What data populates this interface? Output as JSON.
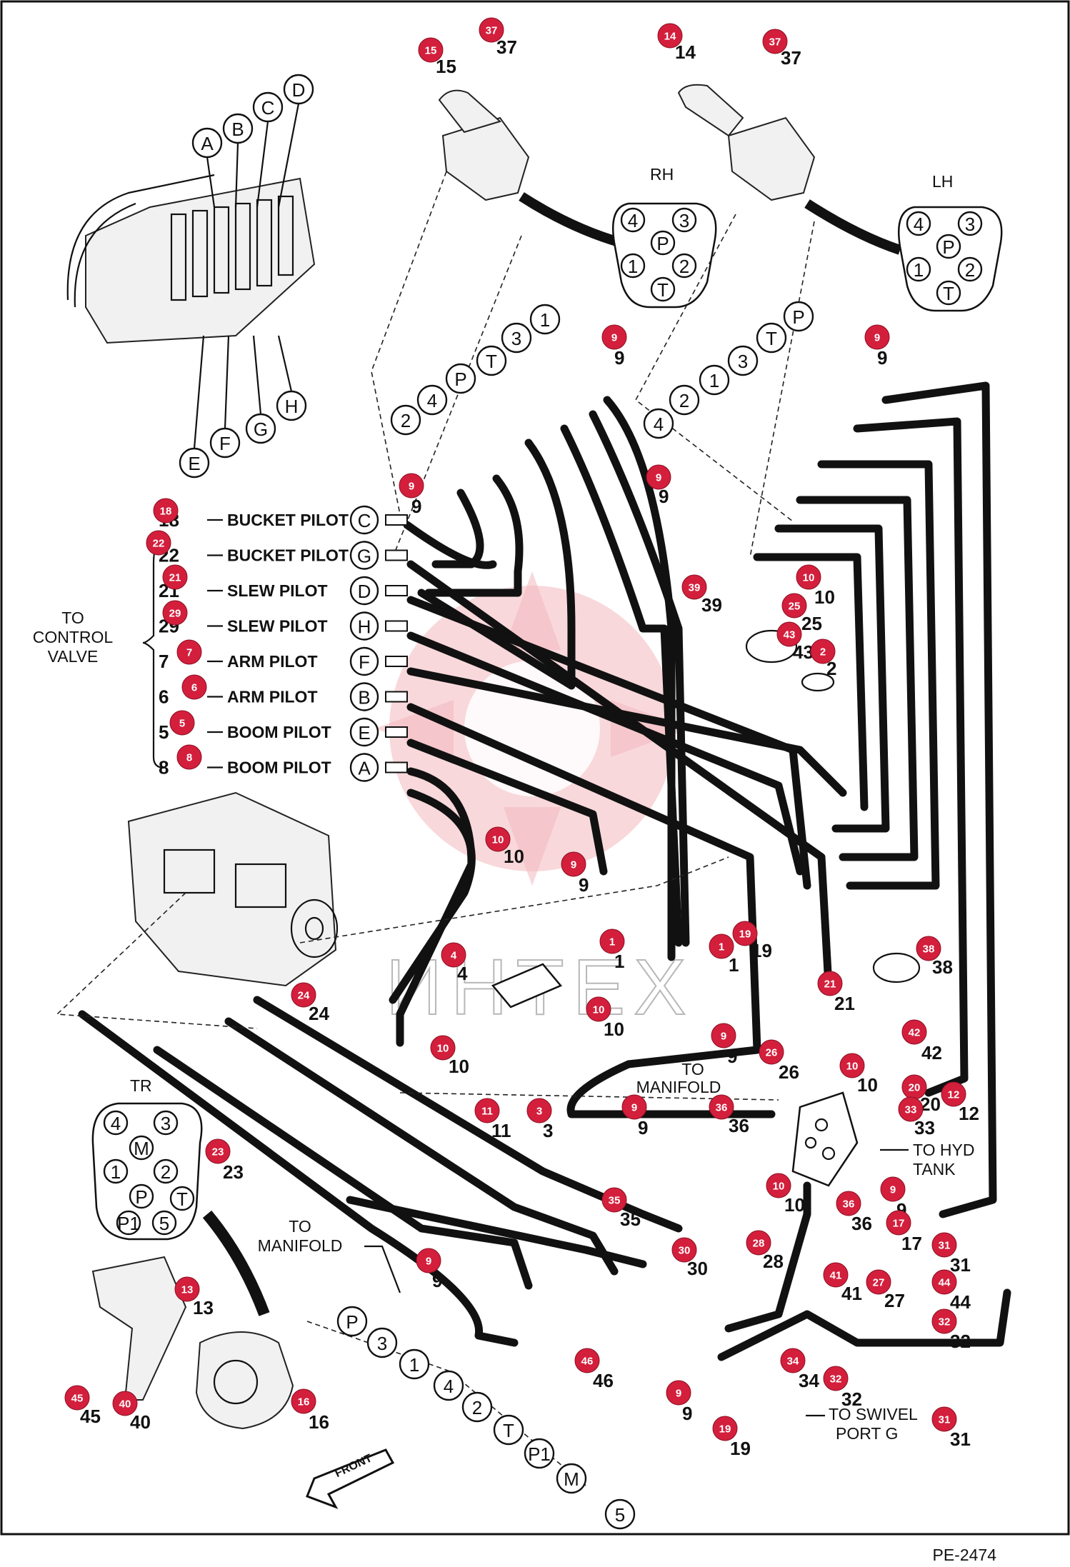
{
  "pilot_lines": [
    {
      "part": "18",
      "label": "BUCKET PILOT",
      "port": "C"
    },
    {
      "part": "22",
      "label": "BUCKET PILOT",
      "port": "G"
    },
    {
      "part": "21",
      "label": "SLEW PILOT",
      "port": "D"
    },
    {
      "part": "29",
      "label": "SLEW PILOT",
      "port": "H"
    },
    {
      "part": "7",
      "label": "ARM PILOT",
      "port": "F"
    },
    {
      "part": "6",
      "label": "ARM PILOT",
      "port": "B"
    },
    {
      "part": "5",
      "label": "BOOM PILOT",
      "port": "E"
    },
    {
      "part": "8",
      "label": "BOOM PILOT",
      "port": "A"
    }
  ],
  "captions": {
    "to_control_valve": [
      "TO",
      "CONTROL",
      "VALVE"
    ],
    "to_manifold_1": [
      "TO",
      "MANIFOLD"
    ],
    "to_manifold_2": [
      "TO",
      "MANIFOLD"
    ],
    "to_hyd_tank": [
      "TO HYD",
      "TANK"
    ],
    "to_swivel": [
      "TO SWIVEL",
      "PORT G"
    ],
    "rh": "RH",
    "lh": "LH",
    "tr": "TR",
    "front": "FRONT",
    "drawing_number": "PE-2474"
  },
  "valve_ports": {
    "top": [
      "A",
      "B",
      "C",
      "D"
    ],
    "bottom": [
      "E",
      "F",
      "G",
      "H"
    ]
  },
  "joystick_ports": [
    "4",
    "3",
    "P",
    "1",
    "2",
    "T"
  ],
  "tr_ports": [
    "4",
    "3",
    "M",
    "1",
    "2",
    "P",
    "T",
    "P1",
    "5"
  ],
  "rh_hose_ports": [
    "2",
    "4",
    "P",
    "T",
    "3",
    "1"
  ],
  "lh_hose_ports": [
    "4",
    "2",
    "1",
    "3",
    "T",
    "P"
  ],
  "tr_hose_ports": [
    "P",
    "3",
    "1",
    "4",
    "2",
    "T",
    "P1",
    "M",
    "5"
  ],
  "callouts": [
    {
      "id": "b15",
      "text": "15",
      "num": "15"
    },
    {
      "id": "b37a",
      "text": "37",
      "num": "37"
    },
    {
      "id": "b14",
      "text": "14",
      "num": "14"
    },
    {
      "id": "b37b",
      "text": "37",
      "num": "37"
    },
    {
      "id": "b9a",
      "text": "9",
      "num": "9"
    },
    {
      "id": "b9b",
      "text": "9",
      "num": "9"
    },
    {
      "id": "b9c",
      "text": "9",
      "num": "9"
    },
    {
      "id": "b9d",
      "text": "9",
      "num": "9"
    },
    {
      "id": "b18",
      "text": "18",
      "num": ""
    },
    {
      "id": "b22",
      "text": "22",
      "num": ""
    },
    {
      "id": "b21a",
      "text": "21",
      "num": ""
    },
    {
      "id": "b29",
      "text": "29",
      "num": ""
    },
    {
      "id": "b7",
      "text": "7",
      "num": ""
    },
    {
      "id": "b6",
      "text": "6",
      "num": ""
    },
    {
      "id": "b5",
      "text": "5",
      "num": ""
    },
    {
      "id": "b8",
      "text": "8",
      "num": ""
    },
    {
      "id": "b39",
      "text": "39",
      "num": "39"
    },
    {
      "id": "b10a",
      "text": "10",
      "num": "10"
    },
    {
      "id": "b25",
      "text": "25",
      "num": "25"
    },
    {
      "id": "b43",
      "text": "43",
      "num": "43"
    },
    {
      "id": "b2",
      "text": "2",
      "num": "2"
    },
    {
      "id": "b10b",
      "text": "10",
      "num": "10"
    },
    {
      "id": "b9e",
      "text": "9",
      "num": "9"
    },
    {
      "id": "b4",
      "text": "4",
      "num": "4"
    },
    {
      "id": "b1a",
      "text": "1",
      "num": "1"
    },
    {
      "id": "b1b",
      "text": "1",
      "num": "1"
    },
    {
      "id": "b19a",
      "text": "19",
      "num": "19"
    },
    {
      "id": "b38",
      "text": "38",
      "num": "38"
    },
    {
      "id": "b21b",
      "text": "21",
      "num": "21"
    },
    {
      "id": "b42",
      "text": "42",
      "num": "42"
    },
    {
      "id": "b24",
      "text": "24",
      "num": "24"
    },
    {
      "id": "b10c",
      "text": "10",
      "num": "10"
    },
    {
      "id": "b10d",
      "text": "10",
      "num": "10"
    },
    {
      "id": "b9f",
      "text": "9",
      "num": "9"
    },
    {
      "id": "b26",
      "text": "26",
      "num": "26"
    },
    {
      "id": "b10e",
      "text": "10",
      "num": "10"
    },
    {
      "id": "b20",
      "text": "20",
      "num": "20"
    },
    {
      "id": "b12",
      "text": "12",
      "num": "12"
    },
    {
      "id": "b33",
      "text": "33",
      "num": "33"
    },
    {
      "id": "b11",
      "text": "11",
      "num": "11"
    },
    {
      "id": "b3",
      "text": "3",
      "num": "3"
    },
    {
      "id": "b36a",
      "text": "36",
      "num": "36"
    },
    {
      "id": "b9g",
      "text": "9",
      "num": "9"
    },
    {
      "id": "b23",
      "text": "23",
      "num": "23"
    },
    {
      "id": "b35",
      "text": "35",
      "num": "35"
    },
    {
      "id": "b10f",
      "text": "10",
      "num": "10"
    },
    {
      "id": "b36b",
      "text": "36",
      "num": "36"
    },
    {
      "id": "b9h",
      "text": "9",
      "num": "9"
    },
    {
      "id": "b17",
      "text": "17",
      "num": "17"
    },
    {
      "id": "b31a",
      "text": "31",
      "num": "31"
    },
    {
      "id": "b30",
      "text": "30",
      "num": "30"
    },
    {
      "id": "b28",
      "text": "28",
      "num": "28"
    },
    {
      "id": "b41",
      "text": "41",
      "num": "41"
    },
    {
      "id": "b27",
      "text": "27",
      "num": "27"
    },
    {
      "id": "b44",
      "text": "44",
      "num": "44"
    },
    {
      "id": "b32a",
      "text": "32",
      "num": "32"
    },
    {
      "id": "b13",
      "text": "13",
      "num": "13"
    },
    {
      "id": "b9i",
      "text": "9",
      "num": "9"
    },
    {
      "id": "b46",
      "text": "46",
      "num": "46"
    },
    {
      "id": "b34",
      "text": "34",
      "num": "34"
    },
    {
      "id": "b32b",
      "text": "32",
      "num": "32"
    },
    {
      "id": "b45",
      "text": "45",
      "num": "45"
    },
    {
      "id": "b40",
      "text": "40",
      "num": "40"
    },
    {
      "id": "b16",
      "text": "16",
      "num": "16"
    },
    {
      "id": "b9j",
      "text": "9",
      "num": "9"
    },
    {
      "id": "b19b",
      "text": "19",
      "num": "19"
    },
    {
      "id": "b31b",
      "text": "31",
      "num": "31"
    }
  ],
  "colors": {
    "callout_badge": "#d31f3c",
    "line": "#111111",
    "watermark": "#f2b8bd"
  }
}
